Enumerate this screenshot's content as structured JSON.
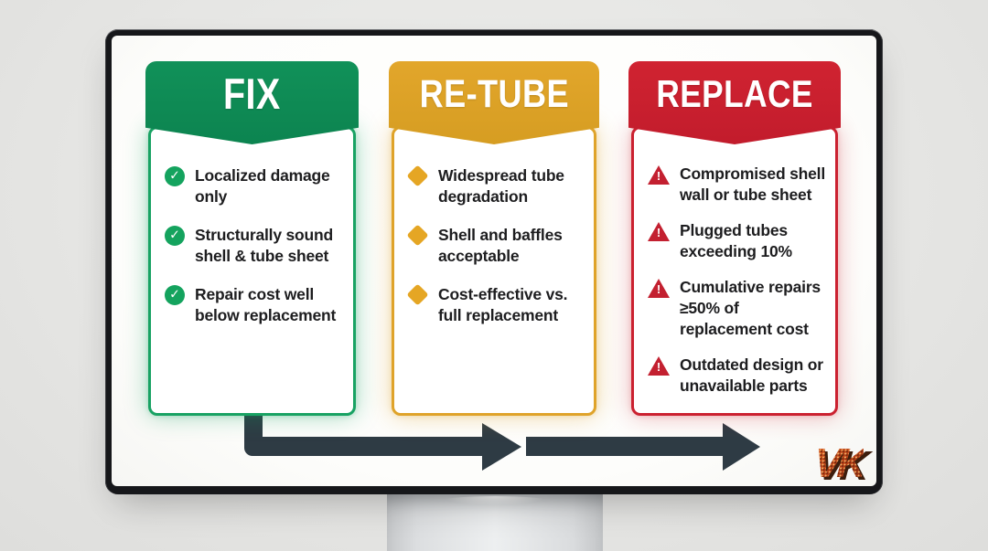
{
  "device": {
    "type": "desktop-monitor",
    "bezel_color": "#16171a",
    "screen_color": "#fdfdfb",
    "background_color": "#e6e6e4"
  },
  "infographic": {
    "columns": [
      {
        "title": "FIX",
        "theme_color": "#0d8a55",
        "bullet_icon": "check-circle-icon",
        "items": [
          "Localized damage\nonly",
          "Structurally sound\nshell & tube sheet",
          "Repair cost well\nbelow replacement"
        ]
      },
      {
        "title": "RE-TUBE",
        "theme_color": "#dfa32a",
        "bullet_icon": "diamond-icon",
        "items": [
          "Widespread tube\ndegradation",
          "Shell and baffles\nacceptable",
          "Cost-effective vs.\nfull replacement"
        ]
      },
      {
        "title": "REPLACE",
        "theme_color": "#c92130",
        "bullet_icon": "warning-triangle-icon",
        "items": [
          "Compromised shell\nwall or tube sheet",
          "Plugged tubes\nexceeding 10%",
          "Cumulative repairs\n≥50% of\nreplacement cost",
          "Outdated design or\nunavailable parts"
        ]
      }
    ],
    "flow_arrow": {
      "color": "#2e3b44",
      "direction": "right"
    },
    "logo": {
      "text": "VK",
      "color": "#c14a1e"
    },
    "icon_glyphs": {
      "check": "✓",
      "exclamation": "!"
    }
  }
}
